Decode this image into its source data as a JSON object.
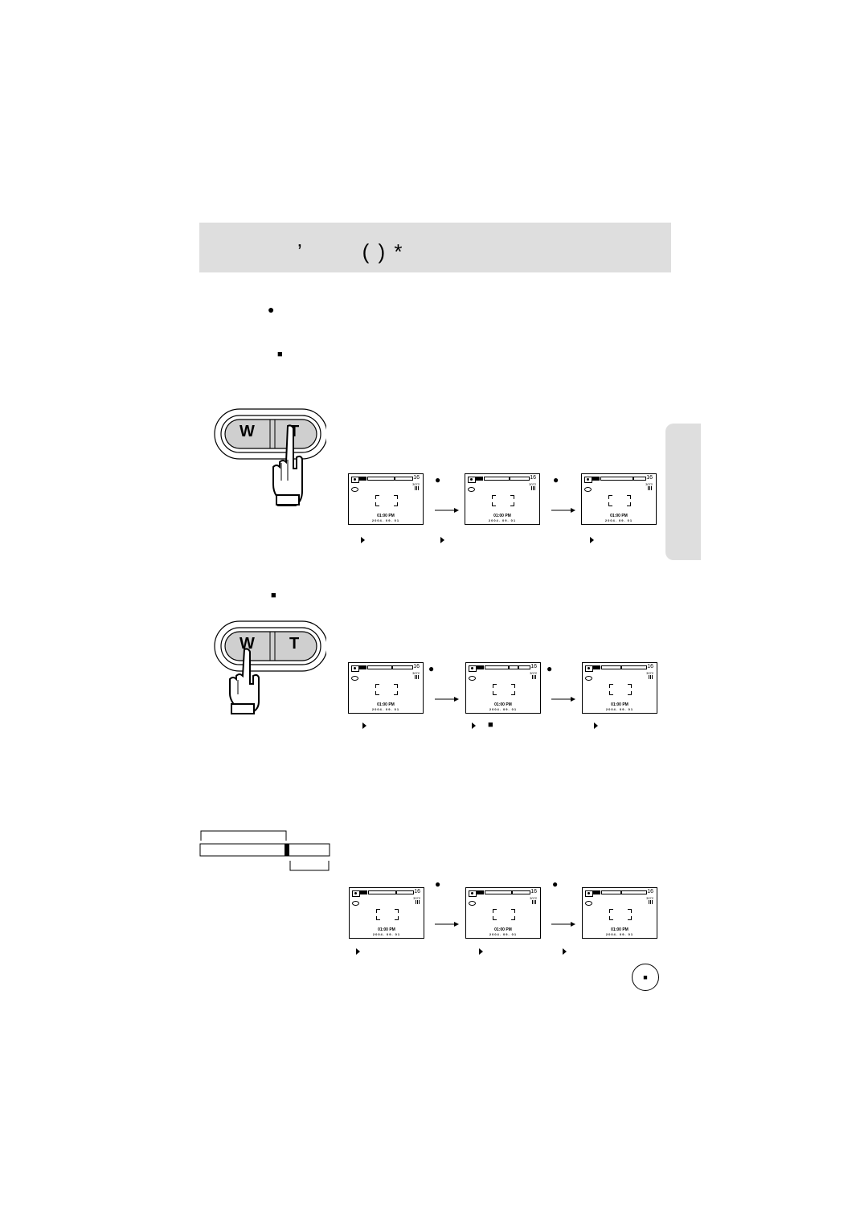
{
  "header": {
    "title": "’        ( ) *"
  },
  "markers": {
    "dot": "●",
    "square": "■",
    "page_badge": "■"
  },
  "zoom_buttons": {
    "wide": "W",
    "tele": "T"
  },
  "lcd": {
    "count": "16",
    "resolution": "3072",
    "time": "01:00 PM",
    "date": "2004. 09. 01"
  },
  "icons": [
    "camera-mode-icon",
    "red-eye-icon",
    "quality-icon",
    "af-frame-icon",
    "hand-pointer-icon",
    "arrow-right-icon"
  ]
}
